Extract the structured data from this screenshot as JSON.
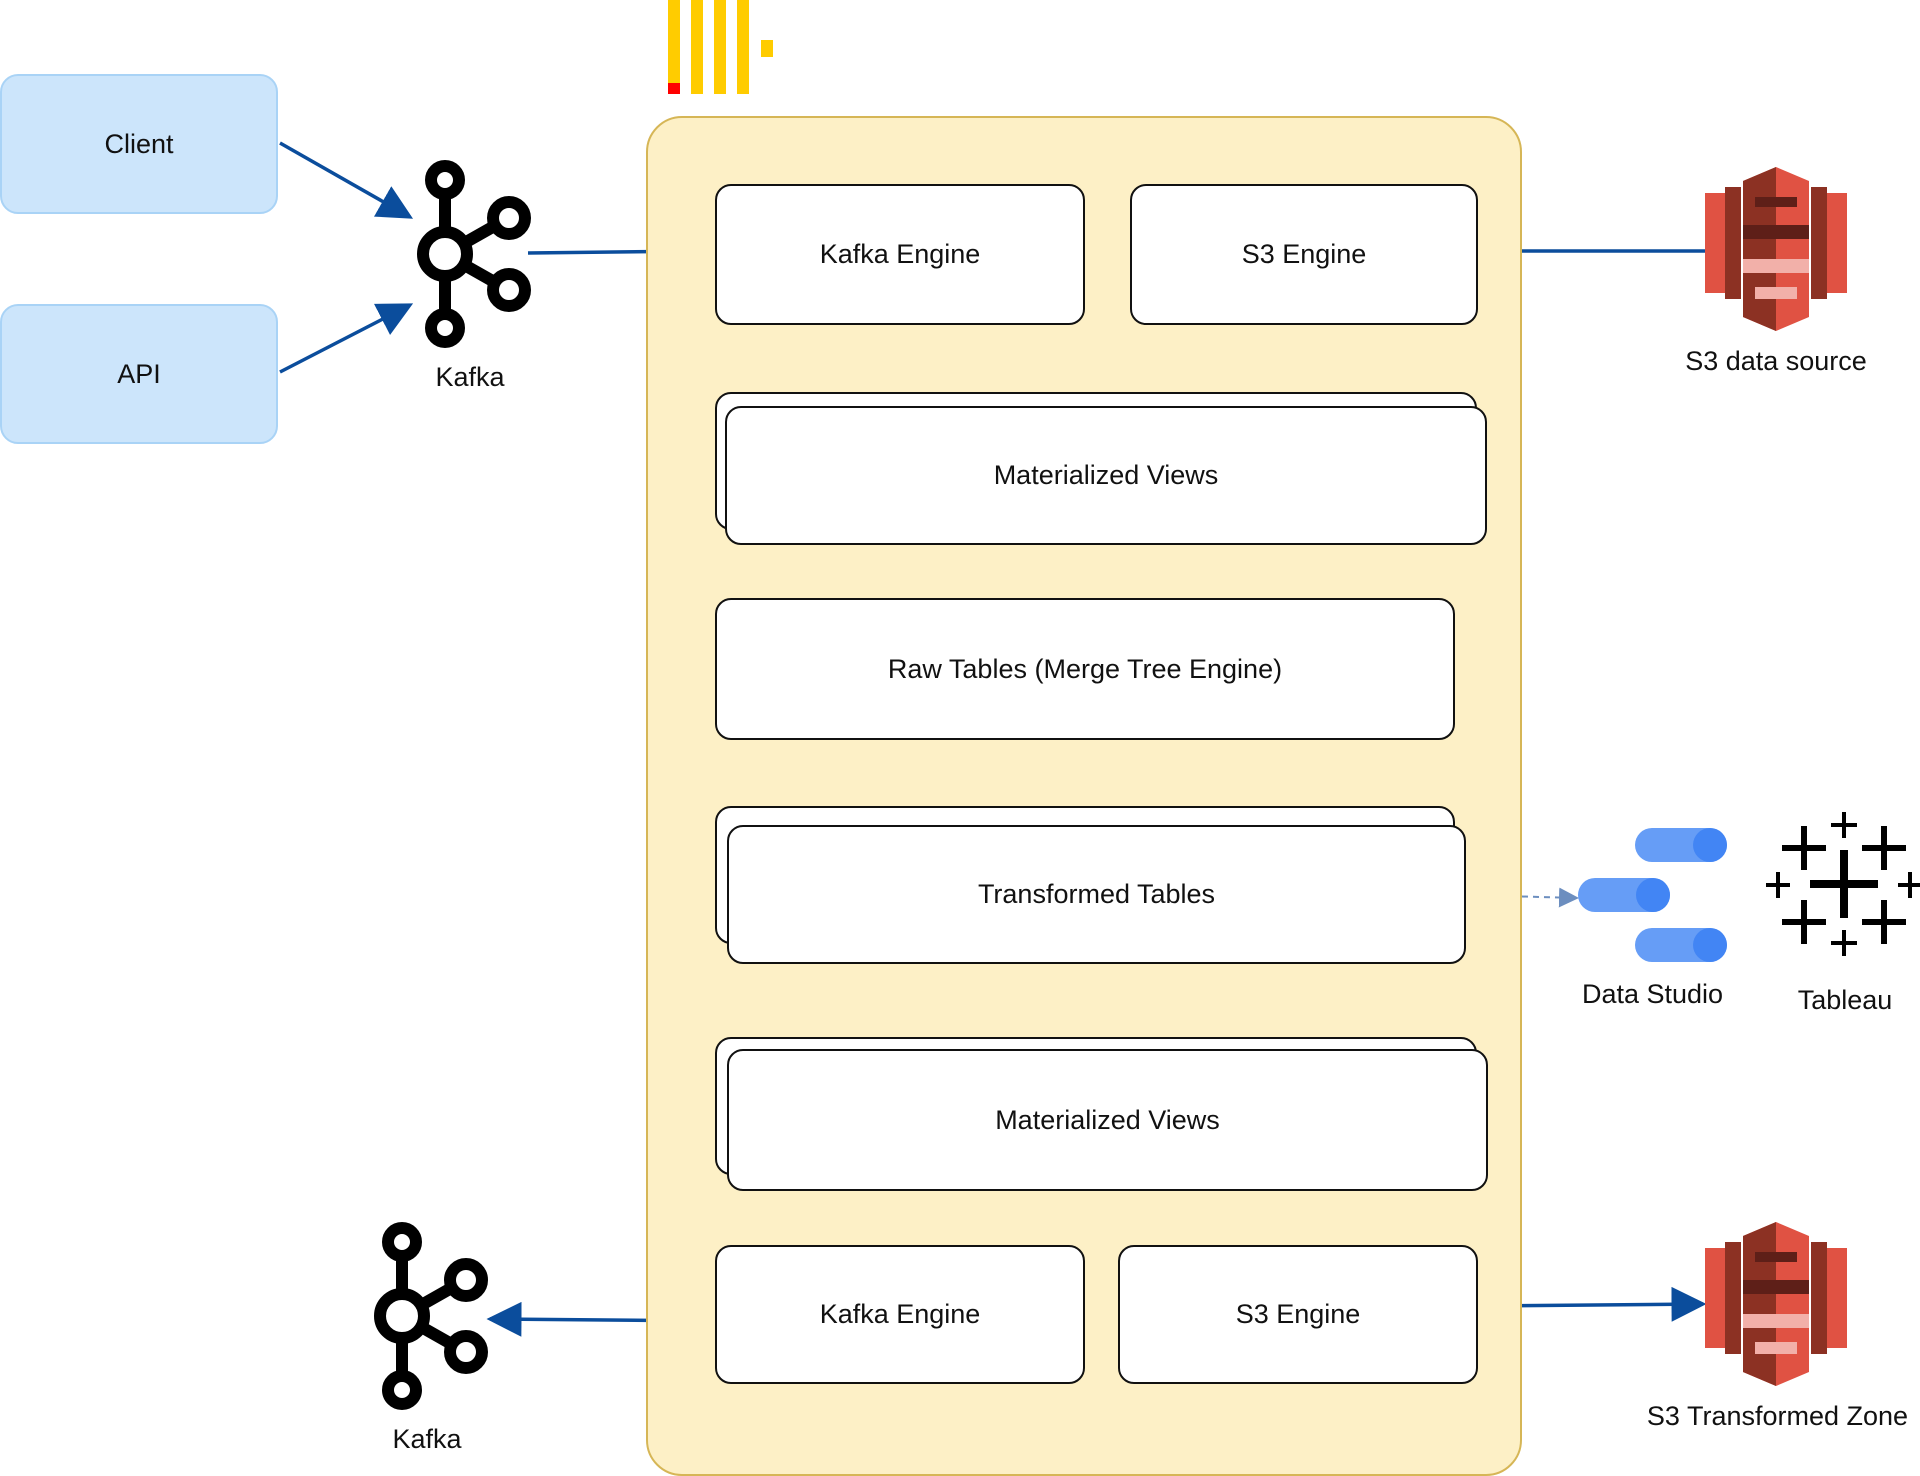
{
  "sources": {
    "client_label": "Client",
    "api_label": "API"
  },
  "kafka_in": {
    "label": "Kafka"
  },
  "kafka_out": {
    "label": "Kafka"
  },
  "s3_source": {
    "label": "S3 data source"
  },
  "s3_target": {
    "label": "S3 Transformed Zone"
  },
  "clickhouse": {
    "kafka_engine_in": "Kafka Engine",
    "s3_engine_in": "S3 Engine",
    "materialized_views_1": "Materialized Views",
    "raw_tables": "Raw Tables (Merge Tree Engine)",
    "transformed_tables": "Transformed Tables",
    "materialized_views_2": "Materialized Views",
    "kafka_engine_out": "Kafka Engine",
    "s3_engine_out": "S3 Engine"
  },
  "bi_tools": {
    "data_studio": "Data Studio",
    "tableau": "Tableau"
  },
  "colors": {
    "arrow": "#0b4d9c",
    "container_fill": "#fdf0c6",
    "container_border": "#d6b656",
    "source_fill": "#cce5fb",
    "s3_red": "#e05243",
    "s3_dark": "#8c3123",
    "clickhouse_yellow": "#ffcc00",
    "clickhouse_red": "#ff0000",
    "data_studio_blue": "#4285f4"
  },
  "icons": {
    "clickhouse": "clickhouse-logo-icon",
    "kafka": "kafka-icon",
    "s3": "aws-s3-bucket-icon",
    "data_studio": "data-studio-icon",
    "tableau": "tableau-icon"
  }
}
